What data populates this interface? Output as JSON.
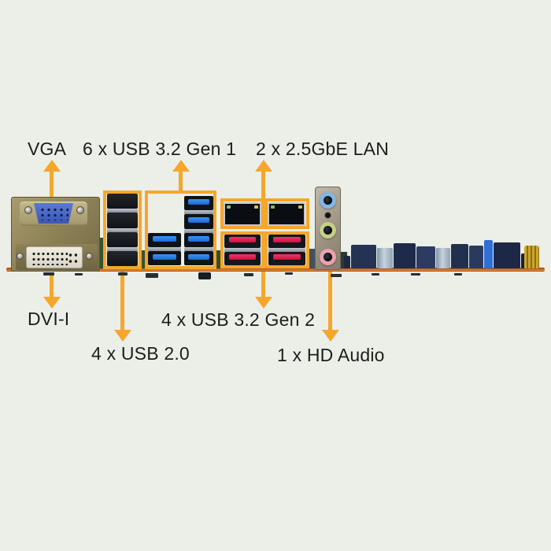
{
  "diagram_title": "Motherboard rear I/O panel callout diagram",
  "colors": {
    "background": "#ebefe8",
    "callout_accent": "#f6a62b",
    "text": "#1d1d1b",
    "pcb_edge": "#cf6b21",
    "usb3_gen1_tongue": "#1b6ad2",
    "usb3_gen2_tongue": "#d1103f",
    "usb2_tongue": "#101317",
    "audio_line_in": "#82b7e4",
    "audio_line_out": "#c6cf85",
    "audio_mic": "#eaa2ad"
  },
  "callouts": {
    "vga": {
      "label": "VGA"
    },
    "usb31": {
      "label": "6 x USB 3.2 Gen 1"
    },
    "lan": {
      "label": "2 x 2.5GbE LAN"
    },
    "dvi": {
      "label": "DVI-I"
    },
    "usb32": {
      "label": "4 x USB 3.2 Gen 2"
    },
    "usb20": {
      "label": "4 x USB 2.0"
    },
    "audio": {
      "label": "1 x HD Audio"
    }
  },
  "port_groups": [
    {
      "name": "VGA",
      "count": 1,
      "type": "D-sub 15"
    },
    {
      "name": "DVI-I",
      "count": 1,
      "type": "DVI-I"
    },
    {
      "name": "USB 2.0",
      "count": 4,
      "type": "USB Type-A, black"
    },
    {
      "name": "USB 3.2 Gen 1",
      "count": 6,
      "type": "USB Type-A, blue"
    },
    {
      "name": "2.5GbE LAN",
      "count": 2,
      "type": "RJ45"
    },
    {
      "name": "USB 3.2 Gen 2",
      "count": 4,
      "type": "USB Type-A, red"
    },
    {
      "name": "HD Audio",
      "count": 1,
      "type": "3 x 3.5mm jacks (line-in, line-out, mic)"
    }
  ]
}
